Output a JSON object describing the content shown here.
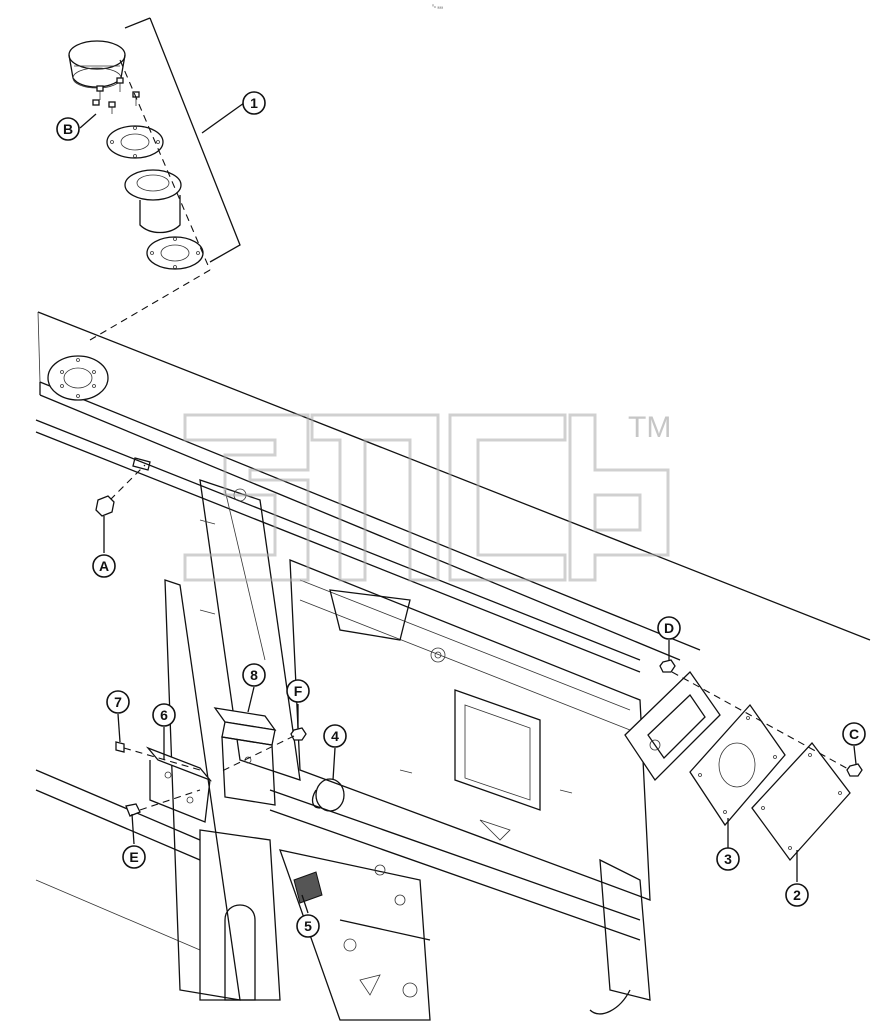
{
  "header": {
    "ref_code": "⁰ₙ ₐₐₐ"
  },
  "watermark": {
    "trademark": "TM"
  },
  "callouts": [
    {
      "id": "1",
      "label": "1"
    },
    {
      "id": "2",
      "label": "2"
    },
    {
      "id": "3",
      "label": "3"
    },
    {
      "id": "4",
      "label": "4"
    },
    {
      "id": "5",
      "label": "5"
    },
    {
      "id": "6",
      "label": "6"
    },
    {
      "id": "7",
      "label": "7"
    },
    {
      "id": "8",
      "label": "8"
    },
    {
      "id": "A",
      "label": "A"
    },
    {
      "id": "B",
      "label": "B"
    },
    {
      "id": "C",
      "label": "C"
    },
    {
      "id": "D",
      "label": "D"
    },
    {
      "id": "E",
      "label": "E"
    },
    {
      "id": "F",
      "label": "F"
    }
  ]
}
